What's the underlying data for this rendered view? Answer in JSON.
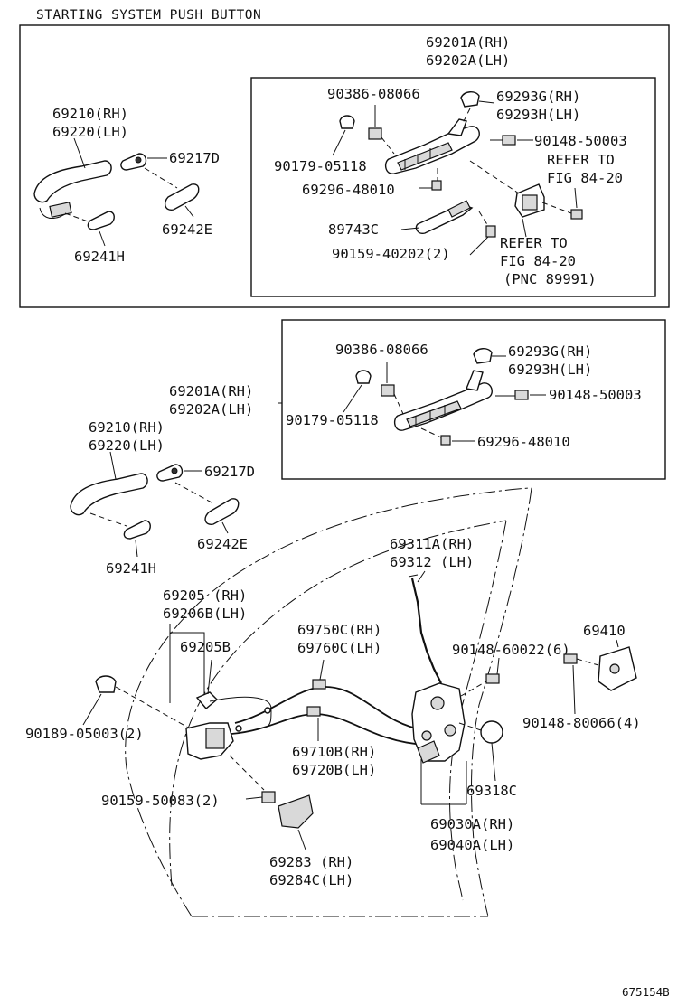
{
  "header": {
    "title": "STARTING SYSTEM PUSH BUTTON"
  },
  "figure_id": "675154B",
  "upper_section": {
    "handle_assy": [
      "69201A(RH)",
      "69202A(LH)"
    ],
    "frame_screw": "90386-08066",
    "cap": [
      "69293G(RH)",
      "69293H(LH)"
    ],
    "bolt_top": "90148-50003",
    "refer_1": [
      "REFER TO",
      "FIG 84-20"
    ],
    "clip": "90179-05118",
    "screw_frame": "69296-48010",
    "sensor": "89743C",
    "bolt_sensor": "90159-40202(2)",
    "refer_2": [
      "REFER TO",
      "FIG 84-20",
      "(PNC 89991)"
    ],
    "outer_handle": [
      "69210(RH)",
      "69220(LH)"
    ],
    "pad_front": "69217D",
    "pad_rear": "69242E",
    "pad_handle": "69241H"
  },
  "lower_section": {
    "frame_screw": "90386-08066",
    "cap": [
      "69293G(RH)",
      "69293H(LH)"
    ],
    "handle_assy": [
      "69201A(RH)",
      "69202A(LH)"
    ],
    "bolt_top": "90148-50003",
    "clip": "90179-05118",
    "screw_frame": "69296-48010",
    "outer_handle": [
      "69210(RH)",
      "69220(LH)"
    ],
    "pad_front": "69217D",
    "pad_rear": "69242E",
    "pad_handle": "69241H"
  },
  "door_section": {
    "rod": [
      "69311A(RH)",
      "69312 (LH)"
    ],
    "inside_handle": [
      "69205 (RH)",
      "69206B(LH)"
    ],
    "inside_handle_part": "69205B",
    "cable_upper": [
      "69750C(RH)",
      "69760C(LH)"
    ],
    "screw_lock": "90148-60022(6)",
    "striker": "69410",
    "clip_handle": "90189-05003(2)",
    "screw_striker": "90148-80066(4)",
    "cable_lower": [
      "69710B(RH)",
      "69720B(LH)"
    ],
    "cover_lock": "69318C",
    "screw_handle": "90159-50083(2)",
    "lock_assy": [
      "69030A(RH)",
      "69040A(LH)"
    ],
    "bezel": [
      "69283 (RH)",
      "69284C(LH)"
    ]
  }
}
